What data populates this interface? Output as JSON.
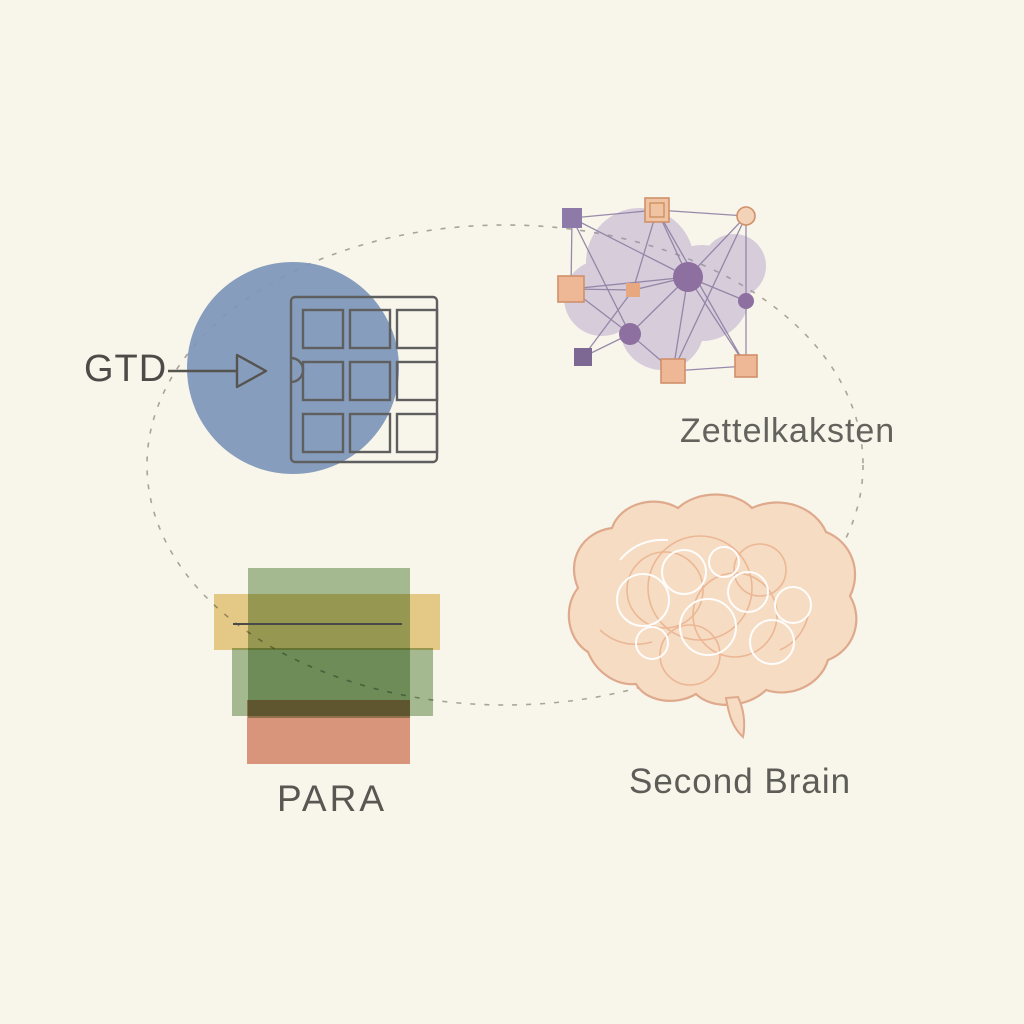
{
  "diagram": {
    "title": "",
    "background_color": "#f8f5eb",
    "connector": {
      "name": "dashed-ellipse-connector",
      "style": "dashed",
      "color": "#a8a49a"
    },
    "items": [
      {
        "id": "gtd",
        "label": "GTD",
        "icon": "circle-grid-icon",
        "icon_colors": {
          "circle": "#7e96ba",
          "grid_stroke": "#5f5f5f"
        },
        "has_arrow": true
      },
      {
        "id": "zettelkasten",
        "label": "Zettelkaksten",
        "icon": "network-graph-icon",
        "icon_colors": {
          "blob": "#a08cc0",
          "node_purple": "#8d6fa0",
          "node_orange_fill": "#eeb896",
          "node_orange_stroke": "#d0906a",
          "edge": "#8e7fa3"
        }
      },
      {
        "id": "para",
        "label": "PARA",
        "icon": "stacked-bars-icon",
        "icon_colors": {
          "yellow": "#e6c878",
          "green": "#93b183",
          "red": "#d88a70",
          "line": "#4a4a4a"
        }
      },
      {
        "id": "second_brain",
        "label": "Second Brain",
        "icon": "brain-icon",
        "icon_colors": {
          "fill": "#f5dcc3",
          "outline": "#dfa98c",
          "swirl_white": "#ffffff",
          "swirl_orange": "#ecb795"
        }
      }
    ],
    "text_color": "#5d5c57"
  }
}
